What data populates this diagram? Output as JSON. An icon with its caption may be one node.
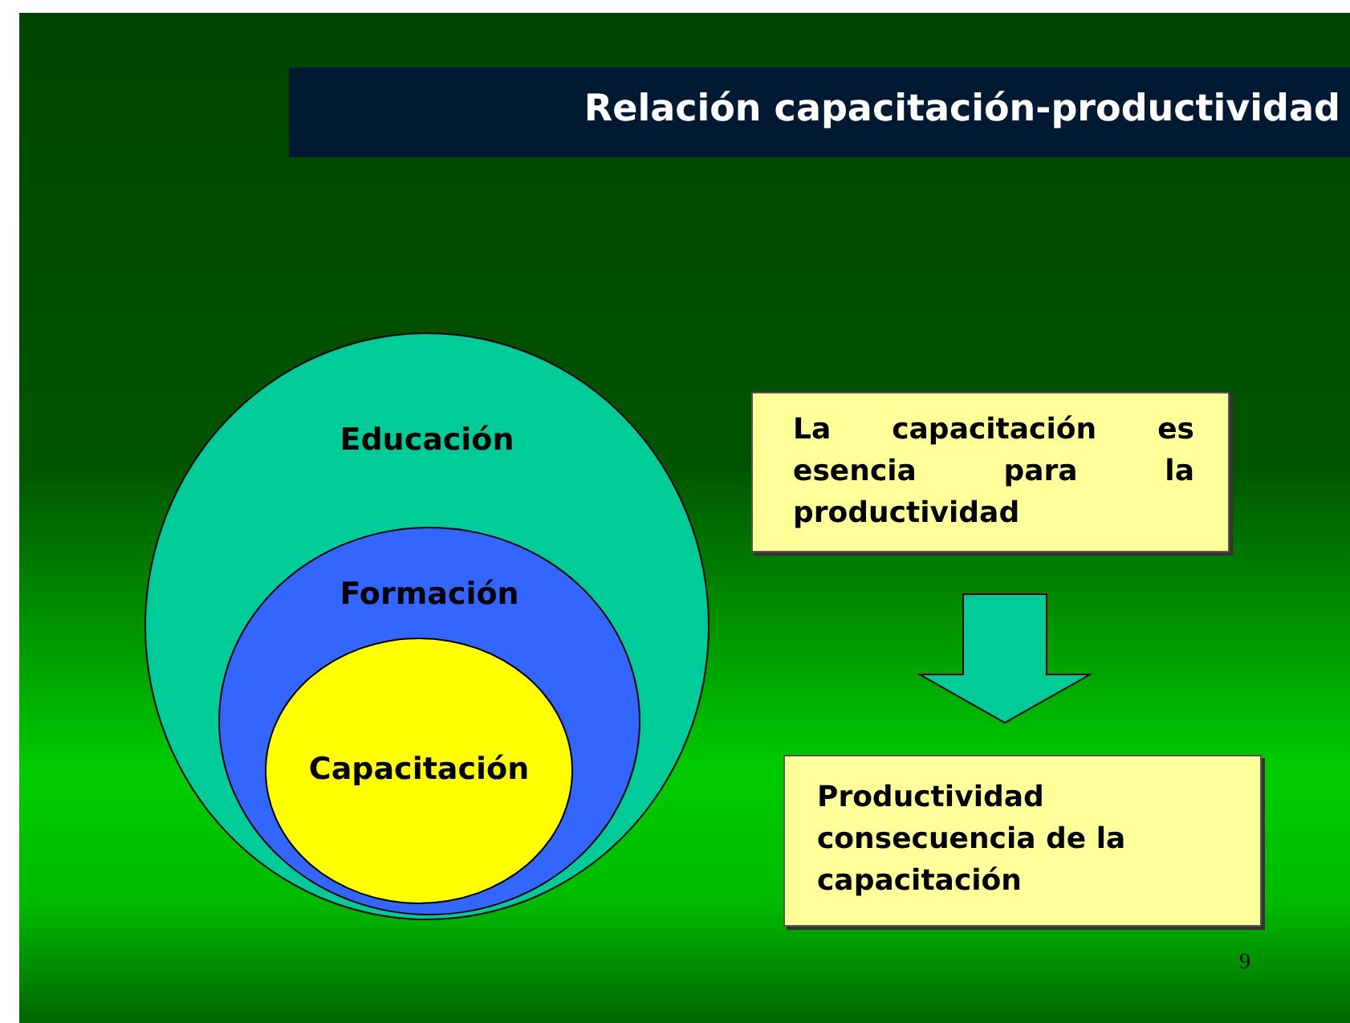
{
  "diagram": {
    "title": "Relación capacitación-productividad",
    "nodes": [
      {
        "text": [
          "Educación"
        ]
      },
      {
        "text": [
          "Formación"
        ],
        "in": 0
      },
      {
        "text": [
          "Capacitación"
        ],
        "in": 1
      },
      {
        "text": [
          "La capacitación es esencia para la productividad"
        ]
      },
      {
        "text": [
          "Productividad consecuencia de la capacitación"
        ]
      }
    ],
    "edges": [
      {
        "from": 3,
        "to": 4,
        "arrow": "to"
      }
    ],
    "labels": [
      "9"
    ]
  }
}
